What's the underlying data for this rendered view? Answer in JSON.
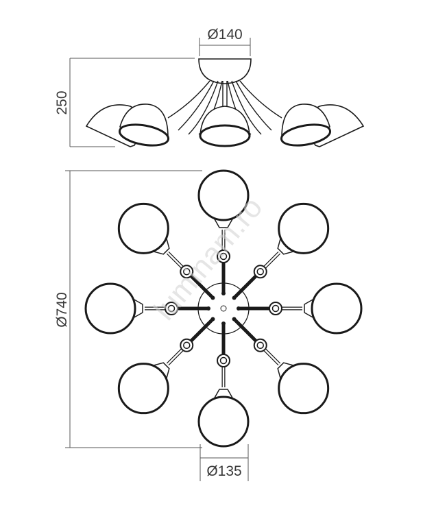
{
  "dimensions": {
    "canopy_diameter": "Ø140",
    "height": "250",
    "overall_diameter": "Ø740",
    "shade_diameter": "Ø135"
  },
  "watermark": "luminam.ro",
  "top_view": {
    "arm_count": 8
  },
  "colors": {
    "line": "#1a1a1a",
    "dimension": "#3a3a3a",
    "watermark": "#d0d0d0"
  }
}
